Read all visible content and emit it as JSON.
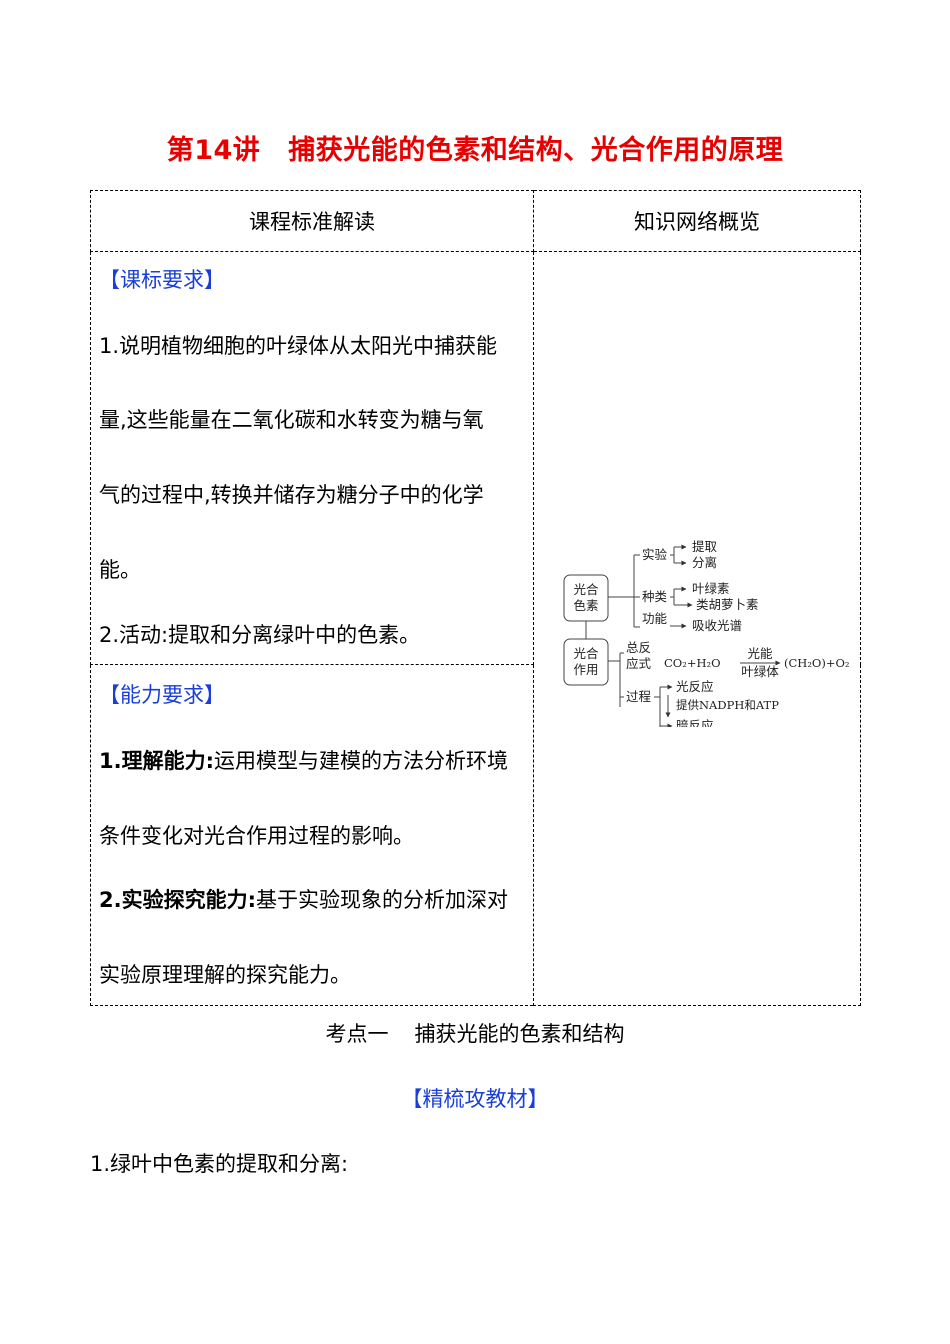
{
  "title": {
    "lecture": "第14讲",
    "text": "捕获光能的色素和结构、光合作用的原理"
  },
  "table": {
    "header_left": "课程标准解读",
    "header_right": "知识网络概览",
    "course_req": {
      "heading": "【课标要求】",
      "lines": [
        "1.说明植物细胞的叶绿体从太阳光中捕获能",
        "量,这些能量在二氧化碳和水转变为糖与氧",
        "气的过程中,转换并储存为糖分子中的化学",
        "能。",
        "2.活动:提取和分离绿叶中的色素。"
      ]
    },
    "ability_req": {
      "heading": "【能力要求】",
      "item1_label": "1.理解能力:",
      "item1_line1": "运用模型与建模的方法分析环境",
      "item1_line2": "条件变化对光合作用过程的影响。",
      "item2_label": "2.实验探究能力:",
      "item2_line1": "基于实验现象的分析加深对",
      "item2_line2": "实验原理理解的探究能力。"
    }
  },
  "diagram": {
    "box1": [
      "光合",
      "色素"
    ],
    "box2": [
      "光合",
      "作用"
    ],
    "exp": "实验",
    "extract": "提取",
    "separate": "分离",
    "kinds": "种类",
    "chlorophyll": "叶绿素",
    "carotenoid": "类胡萝卜素",
    "function": "功能",
    "absorb": "吸收光谱",
    "eq_label": [
      "总反",
      "应式"
    ],
    "reactants": "CO₂+H₂O",
    "arrow_top": "光能",
    "arrow_bottom": "叶绿体",
    "products": "(CH₂O)+O₂",
    "process": "过程",
    "light_rxn": "光反应",
    "provide": "提供NADPH和ATP",
    "dark_rxn": "暗反应"
  },
  "kaodian": {
    "label": "考点一",
    "text": "捕获光能的色素和结构"
  },
  "jingshu": "【精梳攻教材】",
  "section1": "1.绿叶中色素的提取和分离:"
}
